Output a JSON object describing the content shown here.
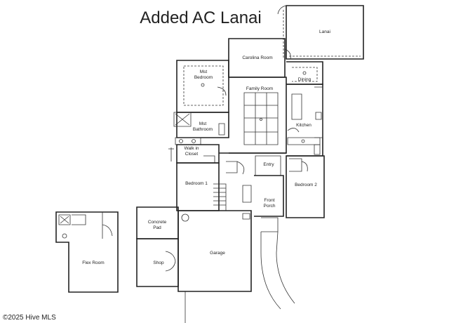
{
  "title": "Added AC Lanai",
  "rooms": {
    "lanai": "Lanai",
    "carolina_room": "Carolina Room",
    "mst_bedroom_line1": "Mst",
    "mst_bedroom_line2": "Bedroom",
    "dining": "Dining",
    "family_room": "Family Room",
    "mst_bathroom_line1": "Mst",
    "mst_bathroom_line2": "Bathroom",
    "kitchen": "Kitchen",
    "walk_in_closet_line1": "Walk in",
    "walk_in_closet_line2": "Closet",
    "entry": "Entry",
    "bedroom_1": "Bedroom 1",
    "bedroom_2": "Bedroom 2",
    "front_porch_line1": "Front",
    "front_porch_line2": "Porch",
    "concrete_pad_line1": "Concrete",
    "concrete_pad_line2": "Pad",
    "shop": "Shop",
    "garage": "Garage",
    "flex_room": "Flex Room"
  },
  "watermark": "©2025 Hive MLS"
}
